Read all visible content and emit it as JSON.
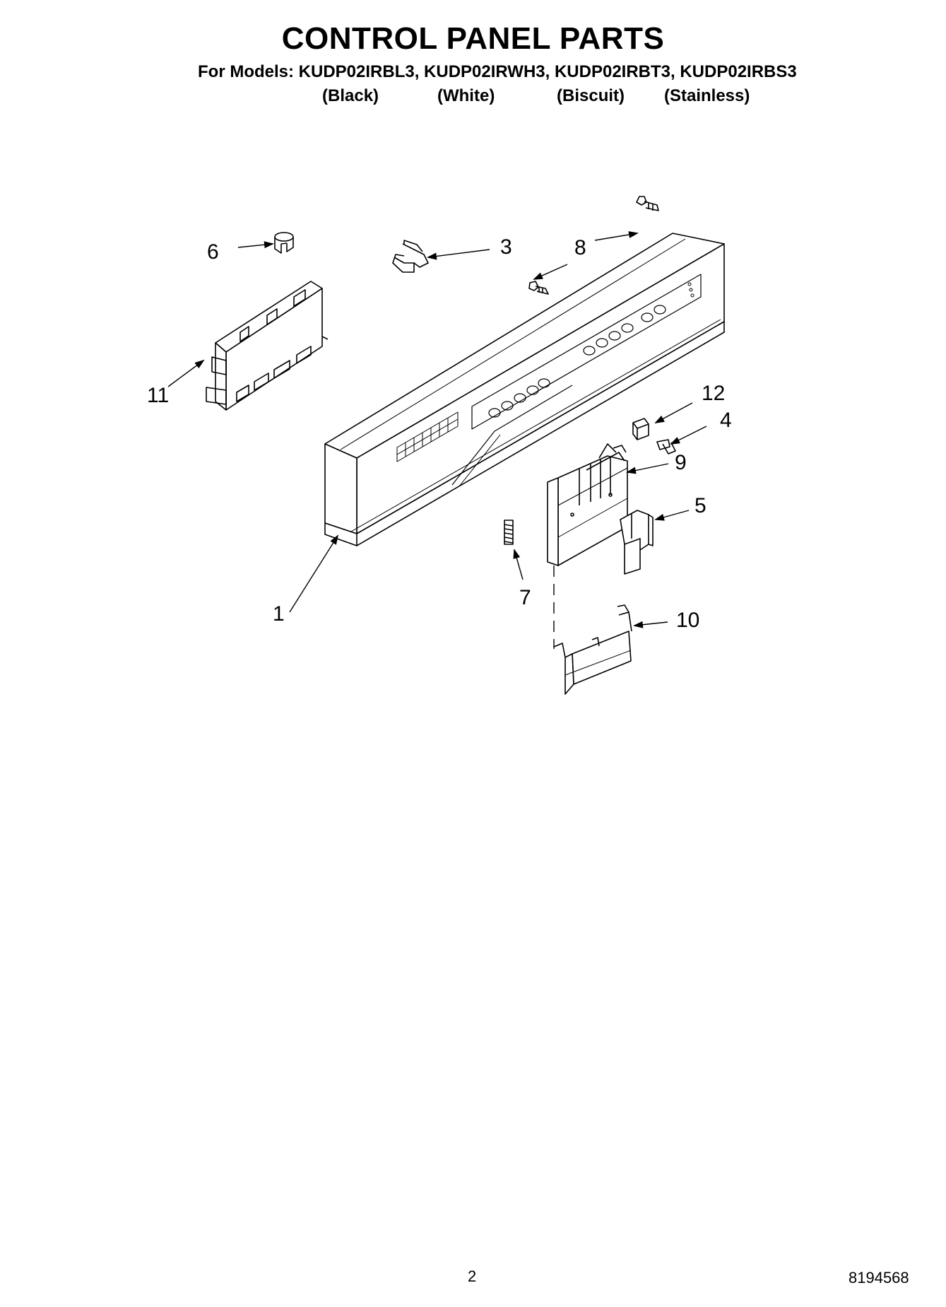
{
  "header": {
    "title": "CONTROL PANEL PARTS",
    "models_line": "For Models: KUDP02IRBL3, KUDP02IRWH3, KUDP02IRBT3, KUDP02IRBS3",
    "finishes": [
      "(Black)",
      "(White)",
      "(Biscuit)",
      "(Stainless)"
    ]
  },
  "callouts": {
    "c1": "1",
    "c3": "3",
    "c4": "4",
    "c5": "5",
    "c6": "6",
    "c7": "7",
    "c8": "8",
    "c9": "9",
    "c10": "10",
    "c11": "11",
    "c12": "12"
  },
  "footer": {
    "page_number": "2",
    "doc_number": "8194568"
  }
}
